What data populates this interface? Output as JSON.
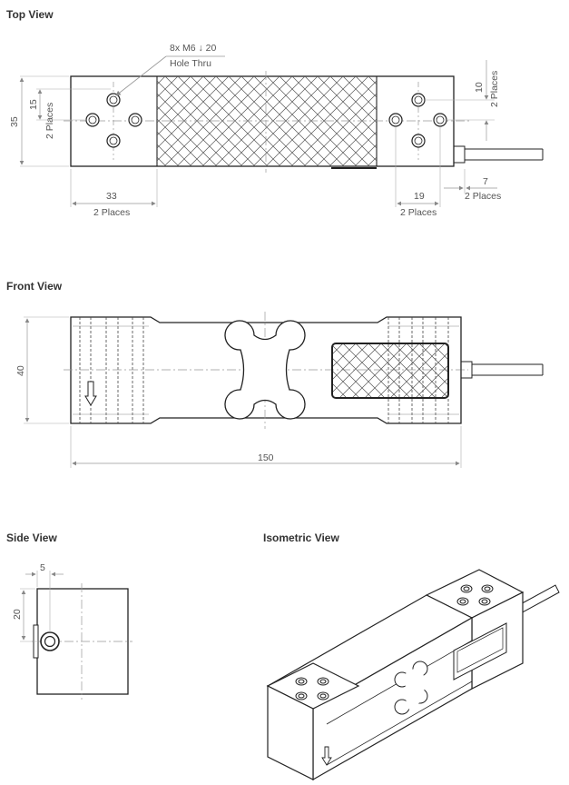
{
  "titles": {
    "top": "Top View",
    "front": "Front View",
    "side": "Side View",
    "iso": "Isometric View"
  },
  "top_view": {
    "hole_callout_line1": "8x M6 ↓ 20",
    "hole_callout_line2": "Hole Thru",
    "dim_35": "35",
    "dim_15": "15",
    "places_left": "2 Places",
    "dim_10": "10",
    "places_right_vert": "2 Places",
    "dim_33": "33",
    "places_33": "2 Places",
    "dim_19": "19",
    "places_19": "2 Places",
    "dim_7": "7",
    "places_7": "2 Places"
  },
  "front_view": {
    "dim_40": "40",
    "dim_150": "150"
  },
  "side_view": {
    "dim_5": "5",
    "dim_20": "20"
  },
  "colors": {
    "outline": "#222222",
    "dimension": "#999999",
    "text": "#555555",
    "hatch": "#444444"
  }
}
